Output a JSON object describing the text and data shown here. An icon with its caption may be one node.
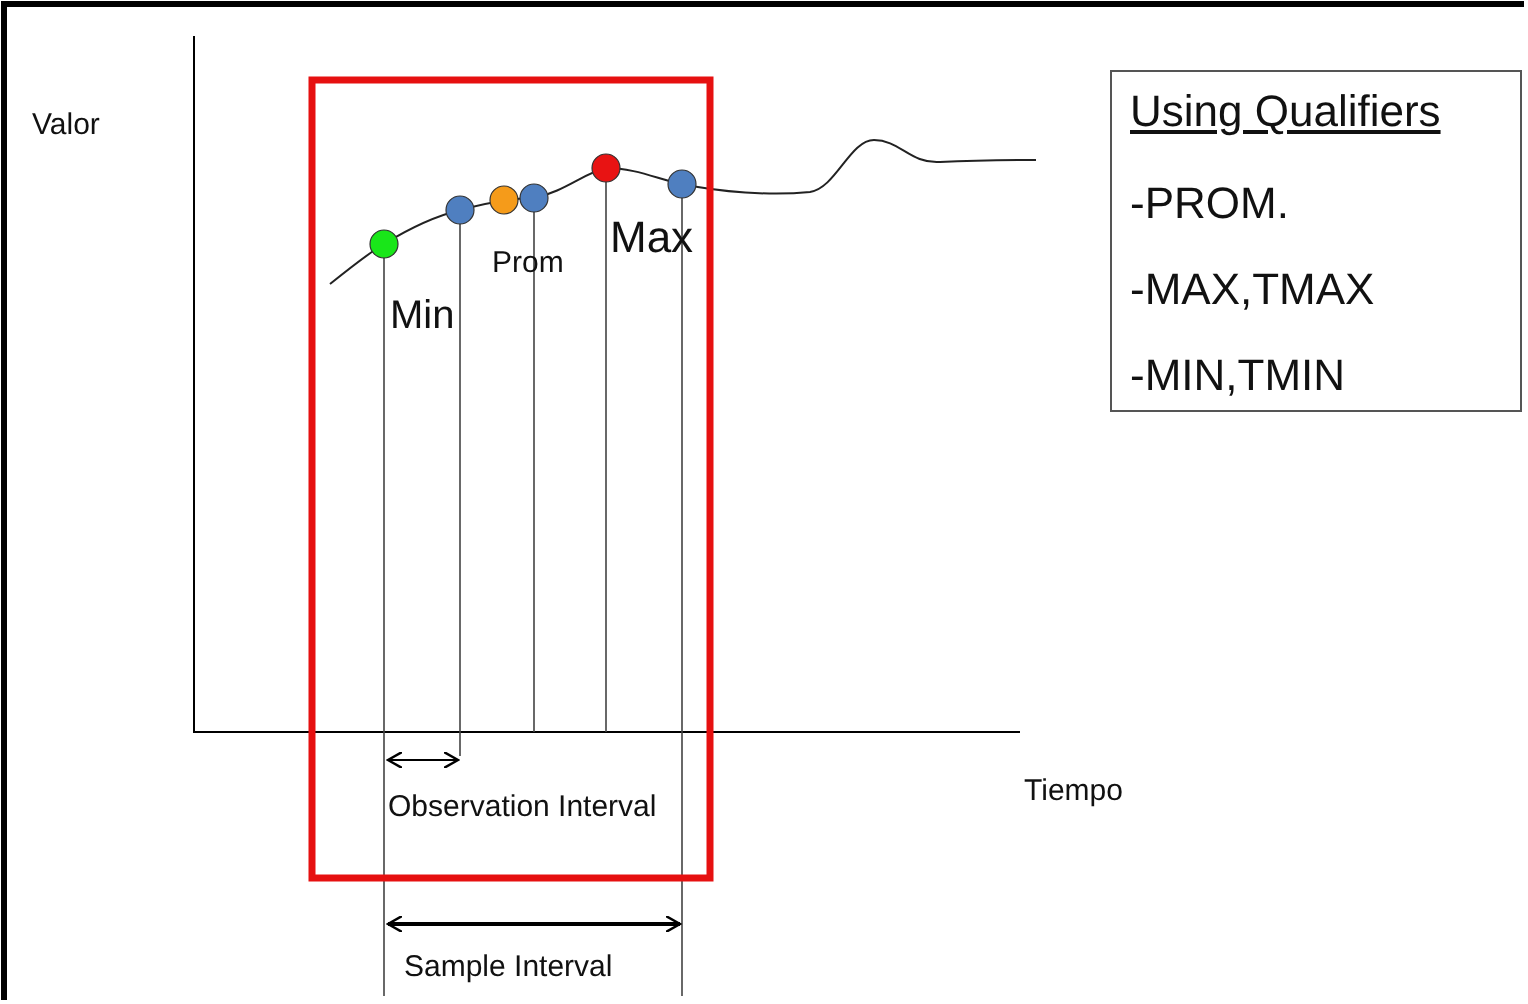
{
  "diagram": {
    "nodes": [
      {
        "text": [
          "Using Qualifiers",
          "-PROM.",
          "-MAX,TMAX",
          "-MIN,TMIN"
        ]
      }
    ],
    "labels": [
      "Valor",
      "Max",
      "Prom",
      "Min",
      "Tiempo",
      "Observation Interval",
      "Sample Interval"
    ]
  }
}
